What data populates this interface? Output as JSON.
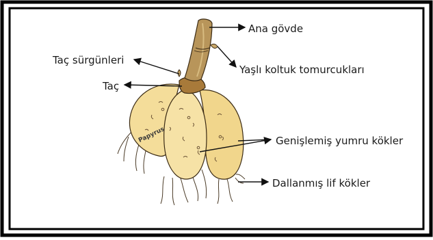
{
  "labels": {
    "ana_govde": "Ana gövde",
    "yasli_koltuk": "Yaşlı koltuk tomurcukları",
    "tac_surgunleri": "Taç sürgünleri",
    "tac": "Taç",
    "genislemis": "Genişlemiş yumru kökler",
    "dallanmis": "Dallanmış lif kökler"
  },
  "watermark": "Papyrus",
  "colors": {
    "frame": "#000000",
    "stem": "#b8955a",
    "stem_highlight": "#c9a86a",
    "crown": "#a87a3a",
    "tuber": "#f4dd9a",
    "tuber_shade": "#e8c878",
    "outline": "#3a2a14",
    "arrow": "#111111"
  }
}
